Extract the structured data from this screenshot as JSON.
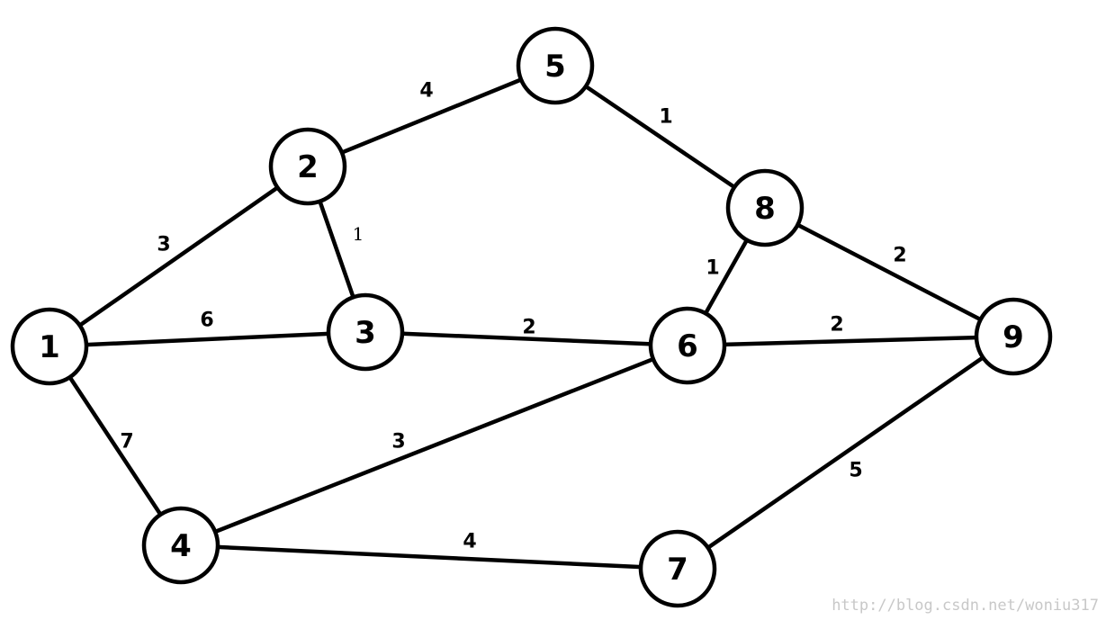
{
  "nodes": [
    {
      "id": "1",
      "label": "1"
    },
    {
      "id": "2",
      "label": "2"
    },
    {
      "id": "3",
      "label": "3"
    },
    {
      "id": "4",
      "label": "4"
    },
    {
      "id": "5",
      "label": "5"
    },
    {
      "id": "6",
      "label": "6"
    },
    {
      "id": "7",
      "label": "7"
    },
    {
      "id": "8",
      "label": "8"
    },
    {
      "id": "9",
      "label": "9"
    }
  ],
  "edges": [
    {
      "from": "1",
      "to": "2",
      "weight": "3"
    },
    {
      "from": "1",
      "to": "3",
      "weight": "6"
    },
    {
      "from": "1",
      "to": "4",
      "weight": "7"
    },
    {
      "from": "2",
      "to": "5",
      "weight": "4"
    },
    {
      "from": "2",
      "to": "3",
      "weight": "1"
    },
    {
      "from": "3",
      "to": "6",
      "weight": "2"
    },
    {
      "from": "5",
      "to": "8",
      "weight": "1"
    },
    {
      "from": "8",
      "to": "6",
      "weight": "1"
    },
    {
      "from": "8",
      "to": "9",
      "weight": "2"
    },
    {
      "from": "6",
      "to": "9",
      "weight": "2"
    },
    {
      "from": "4",
      "to": "6",
      "weight": "3"
    },
    {
      "from": "4",
      "to": "7",
      "weight": "4"
    },
    {
      "from": "7",
      "to": "9",
      "weight": "5"
    }
  ],
  "watermark": "http://blog.csdn.net/woniu317"
}
